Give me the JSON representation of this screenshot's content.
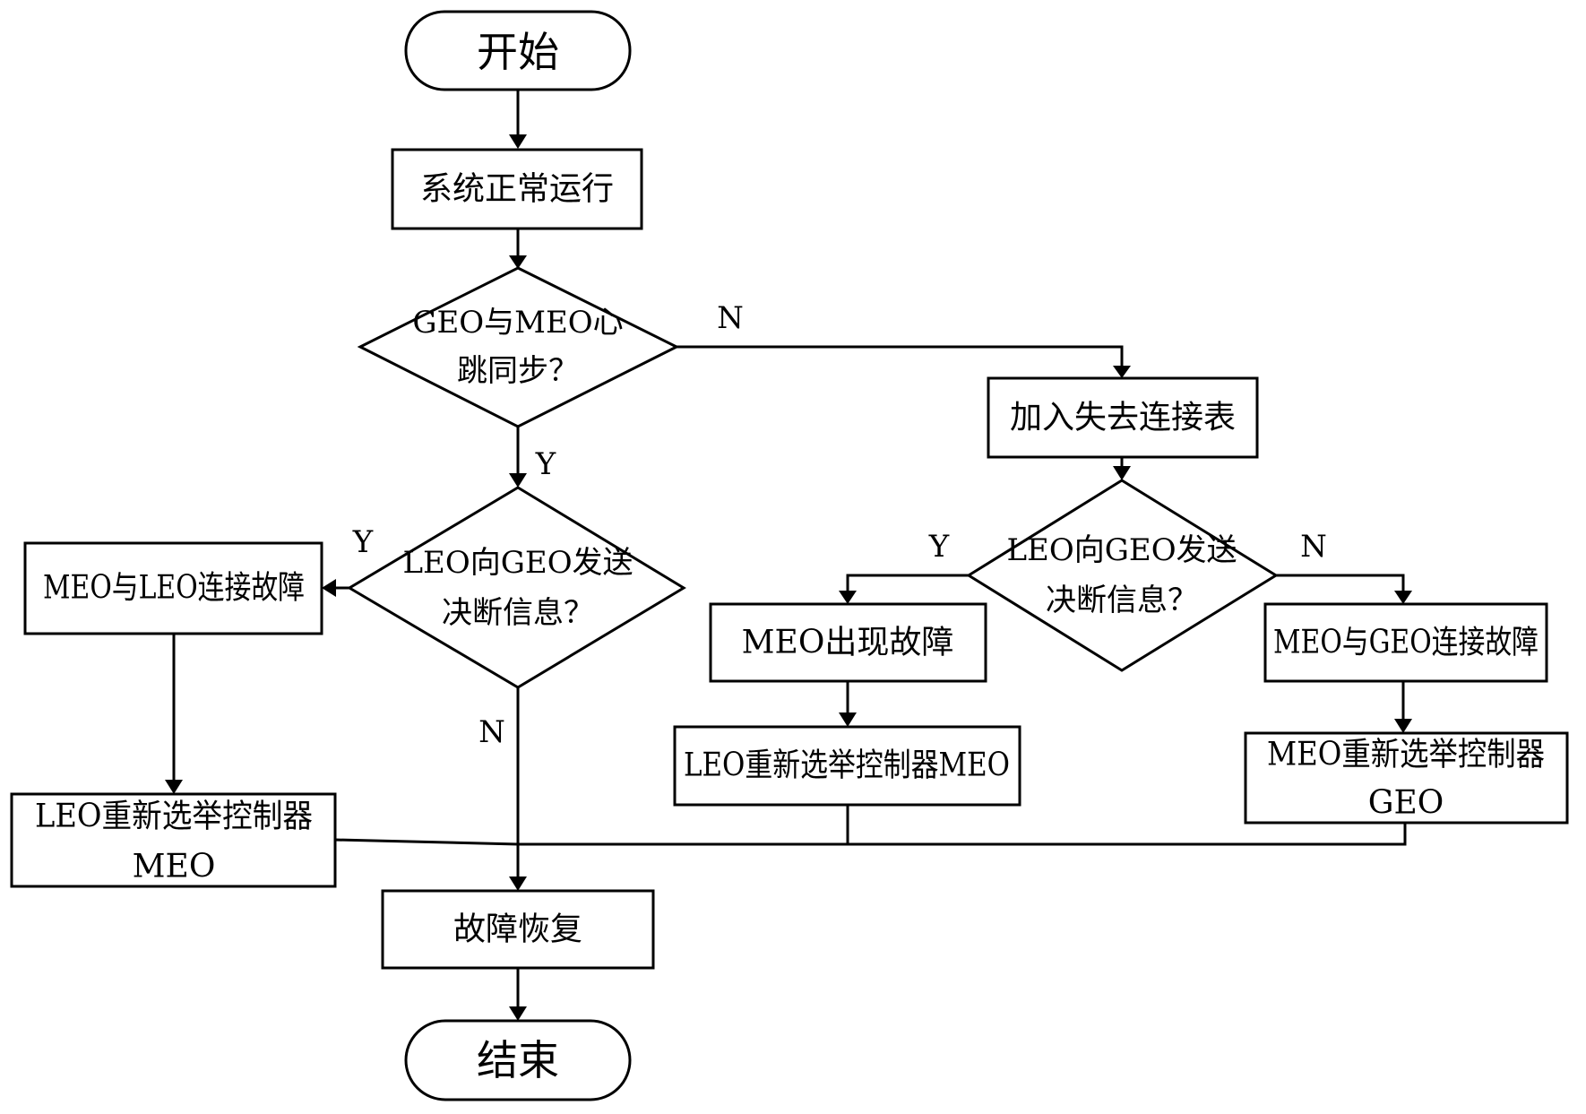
{
  "nodes": {
    "start": "开始",
    "normal_run": "系统正常运行",
    "decision_heartbeat": {
      "line1": "GEO与MEO心",
      "line2": "跳同步？"
    },
    "add_lost_table": "加入失去连接表",
    "decision_left": {
      "line1": "LEO向GEO发送",
      "line2": "决断信息？"
    },
    "decision_right": {
      "line1": "LEO向GEO发送",
      "line2": "决断信息？"
    },
    "meo_leo_fault": "MEO与LEO连接故障",
    "leo_reelect_left": {
      "line1": "LEO重新选举控制器",
      "line2": "MEO"
    },
    "meo_fault": "MEO出现故障",
    "leo_reelect_mid": "LEO重新选举控制器MEO",
    "meo_geo_fault": "MEO与GEO连接故障",
    "meo_reelect_geo": {
      "line1": "MEO重新选举控制器",
      "line2": "GEO"
    },
    "recovery": "故障恢复",
    "end": "结束"
  },
  "edge_labels": {
    "heartbeat_no": "N",
    "heartbeat_yes": "Y",
    "left_yes": "Y",
    "left_no": "N",
    "right_yes": "Y",
    "right_no": "N"
  }
}
